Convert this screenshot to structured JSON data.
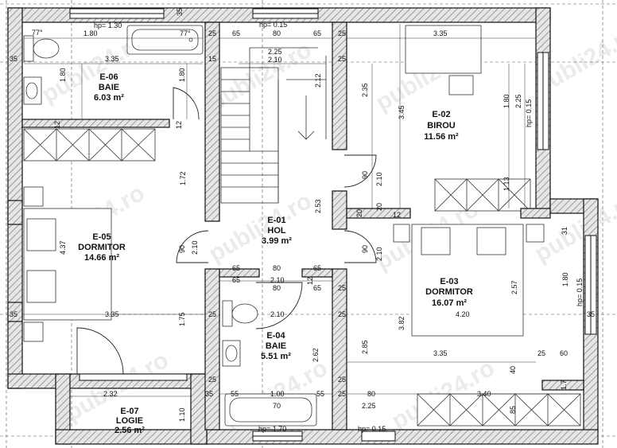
{
  "rooms": [
    {
      "code": "E-06",
      "name": "BAIE",
      "area": "6.03 m²"
    },
    {
      "code": "E-02",
      "name": "BIROU",
      "area": "11.56 m²"
    },
    {
      "code": "E-01",
      "name": "HOL",
      "area": "3.99 m²"
    },
    {
      "code": "E-05",
      "name": "DORMITOR",
      "area": "14.66 m²"
    },
    {
      "code": "E-03",
      "name": "DORMITOR",
      "area": "16.07 m²"
    },
    {
      "code": "E-04",
      "name": "BAIE",
      "area": "5.51 m²"
    },
    {
      "code": "E-07",
      "name": "LOGIE",
      "area": "2.56 m²"
    }
  ],
  "dims": {
    "d77a": "77°",
    "hp130": "hp= 1.30",
    "d180a": "1.80",
    "d77b": "77°",
    "d35a": "35",
    "d65a": "65",
    "d80a": "80",
    "d65b": "65",
    "d25a": "25",
    "d335a": "3.35",
    "d335b": "3.35",
    "d225a": "2.25",
    "d210a": "2.10",
    "d212": "2.12",
    "d235": "2.35",
    "d345": "3.45",
    "d180b": "1.80",
    "d225b": "2.25",
    "hp015a": "hp= 0.15",
    "d180c": "1.80",
    "d180d": "1.80",
    "d12a": "12",
    "d12b": "12",
    "d172": "1.72",
    "d90a": "90",
    "d210b": "2.10",
    "d253": "2.53",
    "d90b": "90",
    "d210c": "2.10",
    "d113": "1.13",
    "d20a": "20",
    "d20b": "20",
    "d12c": "12",
    "d437": "4.37",
    "d90c": "90",
    "d210d": "2.10",
    "d90d": "90",
    "d210e": "2.10",
    "d65c": "65",
    "d80b": "80",
    "d65d": "65",
    "d210f": "2.10",
    "d12d": "12",
    "d31": "31",
    "d257": "2.57",
    "d180e": "1.80",
    "hp015b": "hp= 0.15",
    "d420": "4.20",
    "d335c": "3.35",
    "d175": "1.75",
    "d25b": "25",
    "d210g": "2.10",
    "d25c": "25",
    "d382": "3.82",
    "d285": "2.85",
    "d262": "2.62",
    "d335d": "3.35",
    "d25d": "25",
    "d60": "60",
    "d40": "40",
    "d17": "1.7",
    "d232": "2.32",
    "d35b": "35",
    "d25e": "25",
    "d55a": "55",
    "d100": "1.00",
    "d55b": "55",
    "d25f": "25",
    "d80c": "80",
    "d340": "3.40",
    "d70": "70",
    "d225c": "2.25",
    "d85": "85",
    "d110": "1.10",
    "hp170": "hp= 1.70",
    "hp015c": "hp= 0.15",
    "d35c": "35",
    "d35d": "35",
    "d35e": "35",
    "d25g": "25",
    "d25h": "25",
    "d25i": "25",
    "d15": "15",
    "d65e": "65",
    "d80d": "80",
    "d65f": "65",
    "d25j": "25",
    "hp015d": "hp= 0.15"
  },
  "watermark": "publi24.ro"
}
